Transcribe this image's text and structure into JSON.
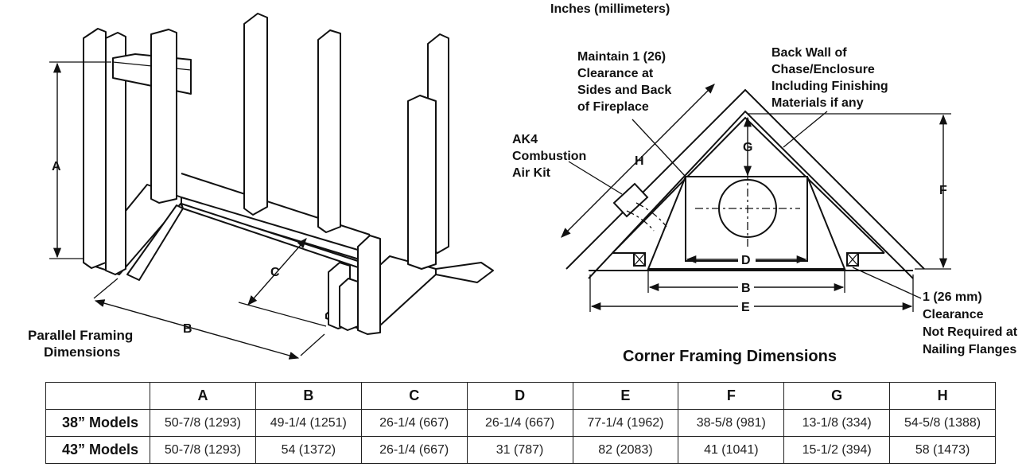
{
  "units_note": "Inches (millimeters)",
  "parallel": {
    "title_line1": "Parallel Framing",
    "title_line2": "Dimensions",
    "label_a": "A",
    "label_b": "B",
    "label_c": "C"
  },
  "corner": {
    "title": "Corner Framing Dimensions",
    "label_d": "D",
    "label_e": "E",
    "label_f": "F",
    "label_g": "G",
    "label_h": "H",
    "label_b": "B",
    "note_clearance_lines": [
      "Maintain 1 (26)",
      "Clearance at",
      "Sides and Back",
      "of Fireplace"
    ],
    "note_backwall_lines": [
      "Back Wall of",
      "Chase/Enclosure",
      "Including Finishing",
      "Materials if any"
    ],
    "note_airkit_lines": [
      "AK4",
      "Combustion",
      "Air Kit"
    ],
    "note_flange_lines": [
      "1 (26 mm)",
      "Clearance",
      "Not Required at",
      "Nailing Flanges"
    ]
  },
  "table": {
    "headers": [
      "",
      "A",
      "B",
      "C",
      "D",
      "E",
      "F",
      "G",
      "H"
    ],
    "rows": [
      {
        "model": "38” Models",
        "values": [
          "50-7/8 (1293)",
          "49-1/4 (1251)",
          "26-1/4 (667)",
          "26-1/4 (667)",
          "77-1/4 (1962)",
          "38-5/8 (981)",
          "13-1/8 (334)",
          "54-5/8 (1388)"
        ]
      },
      {
        "model": "43” Models",
        "values": [
          "50-7/8 (1293)",
          "54 (1372)",
          "26-1/4 (667)",
          "31 (787)",
          "82 (2083)",
          "41 (1041)",
          "15-1/2 (394)",
          "58 (1473)"
        ]
      }
    ]
  }
}
